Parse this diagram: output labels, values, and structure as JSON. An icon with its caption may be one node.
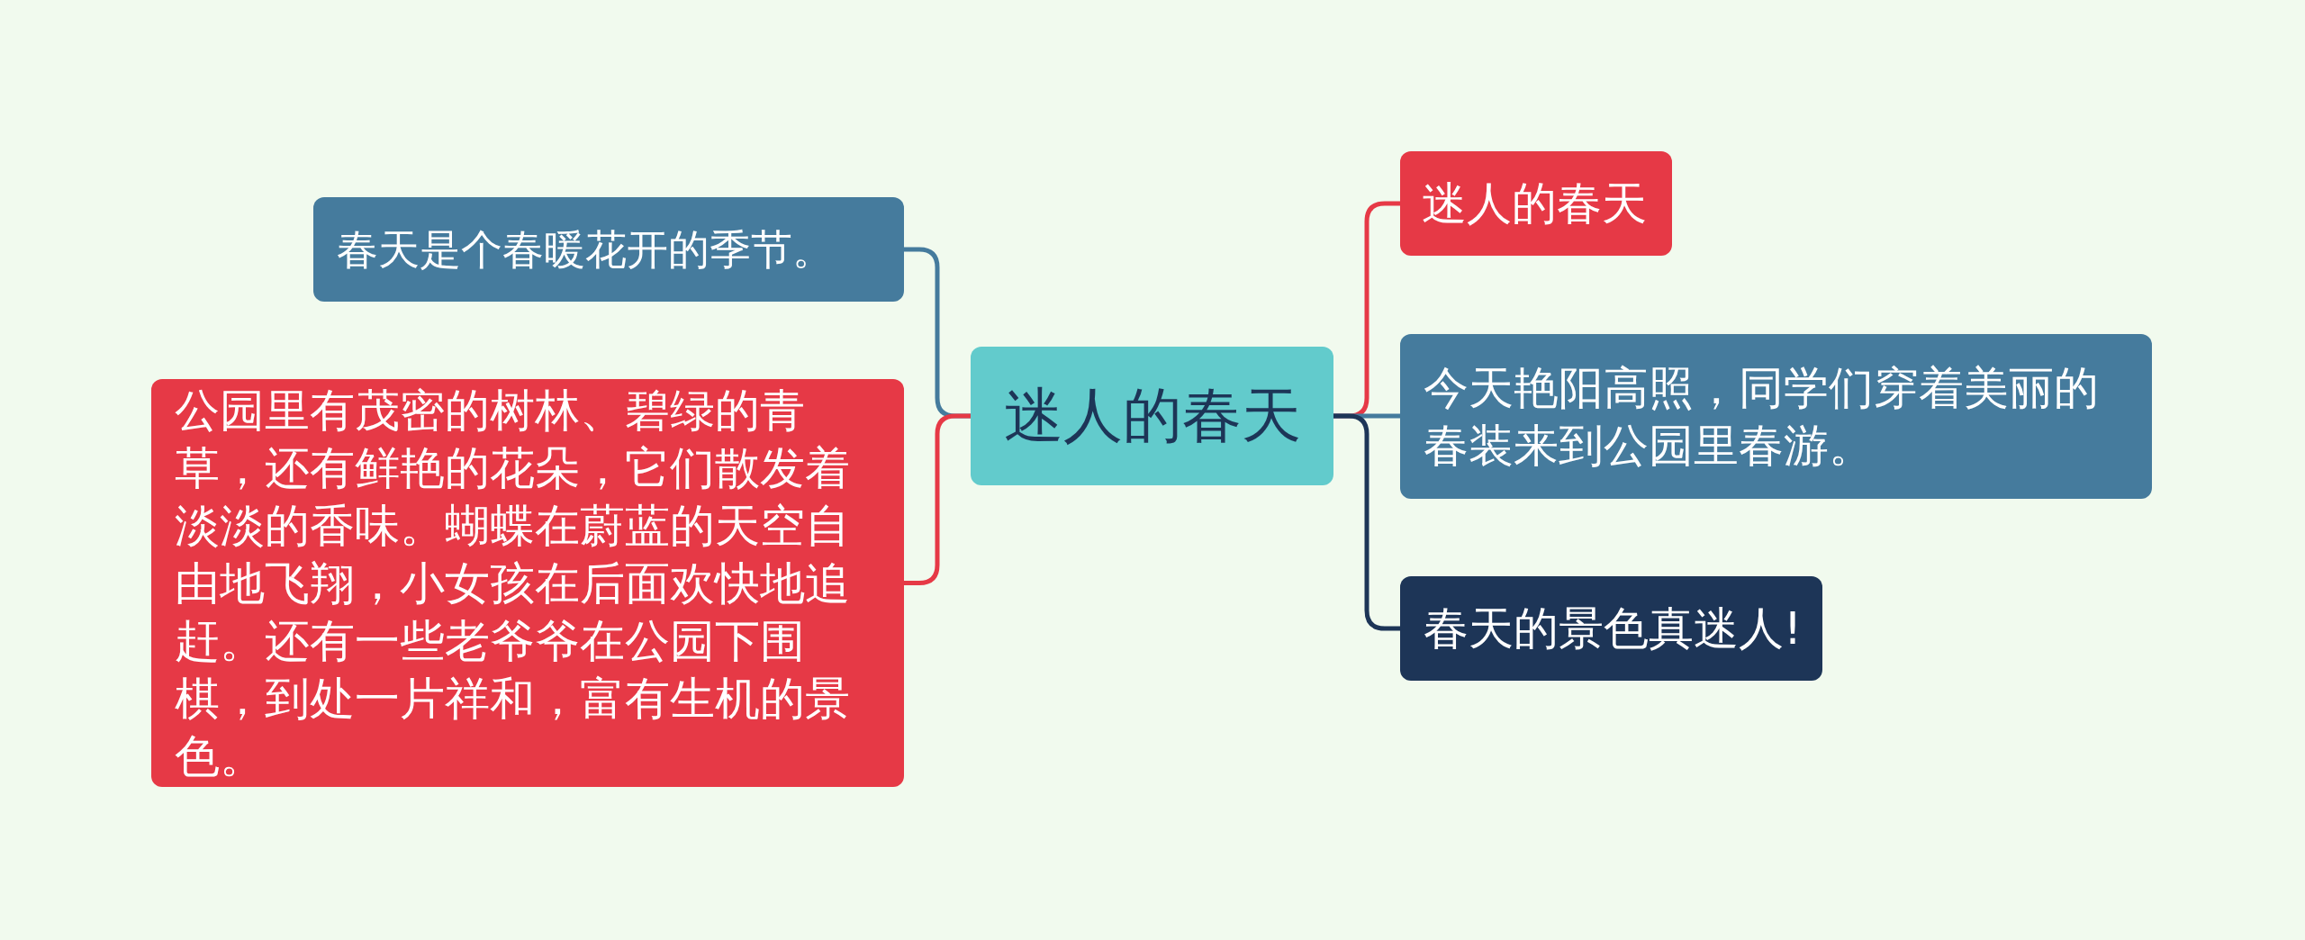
{
  "diagram": {
    "nodes": [
      {
        "text": [
          "迷人的春天"
        ]
      },
      {
        "text": [
          "春天是个春暖花开的季节。"
        ]
      },
      {
        "text": [
          "公园里有茂密的树林、碧绿的青草，还有鲜艳的花朵，它们散发着淡淡的香味。蝴蝶在蔚蓝的天空自由地飞翔，小女孩在后面欢快地追赶。还有一些老爷爷在公园下围棋，到处一片祥和，富有生机的景色。"
        ]
      },
      {
        "text": [
          "迷人的春天"
        ]
      },
      {
        "text": [
          "今天艳阳高照，同学们穿着美丽的春装来到公园里春游。"
        ]
      },
      {
        "text": [
          "春天的景色真迷人!"
        ]
      }
    ],
    "edges": [
      {
        "from": 0,
        "to": 1,
        "arrow": "none",
        "color": "#457b9d"
      },
      {
        "from": 0,
        "to": 2,
        "arrow": "none",
        "color": "#e63946"
      },
      {
        "from": 0,
        "to": 3,
        "arrow": "none",
        "color": "#e63946"
      },
      {
        "from": 0,
        "to": 4,
        "arrow": "none",
        "color": "#457b9d"
      },
      {
        "from": 0,
        "to": 5,
        "arrow": "none",
        "color": "#1d3557"
      }
    ]
  }
}
